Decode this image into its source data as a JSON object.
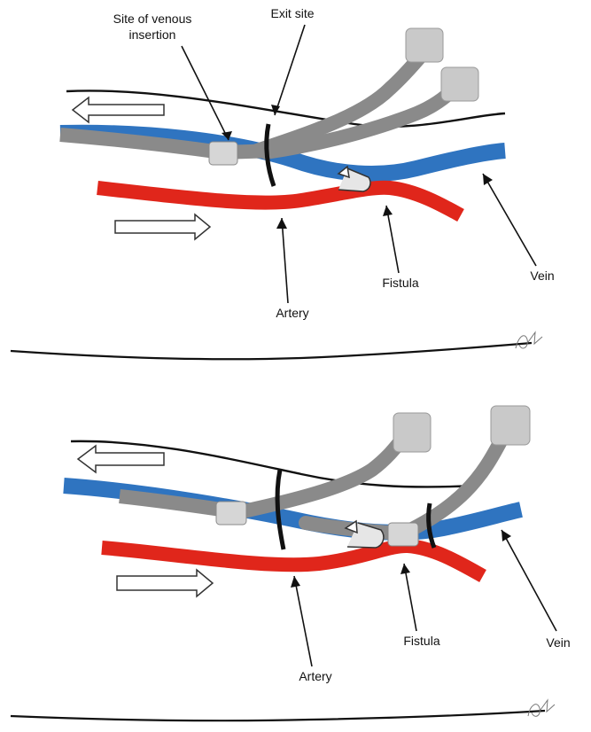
{
  "panels": [
    {
      "labels": {
        "venous_insertion_line1": "Site of venous",
        "venous_insertion_line2": "insertion",
        "exit_site": "Exit site",
        "artery": "Artery",
        "fistula": "Fistula",
        "vein": "Vein"
      }
    },
    {
      "labels": {
        "artery": "Artery",
        "fistula": "Fistula",
        "vein": "Vein"
      }
    }
  ],
  "colors": {
    "vein": "#2f74c0",
    "artery": "#e0261b",
    "catheter": "#8a8a8a",
    "connector": "#c9c9c9",
    "skin_line": "#111111",
    "outline": "#333333"
  },
  "icons": [
    "hollow-arrow-left",
    "hollow-arrow-right",
    "u-turn-arrow",
    "signature-scribble"
  ]
}
